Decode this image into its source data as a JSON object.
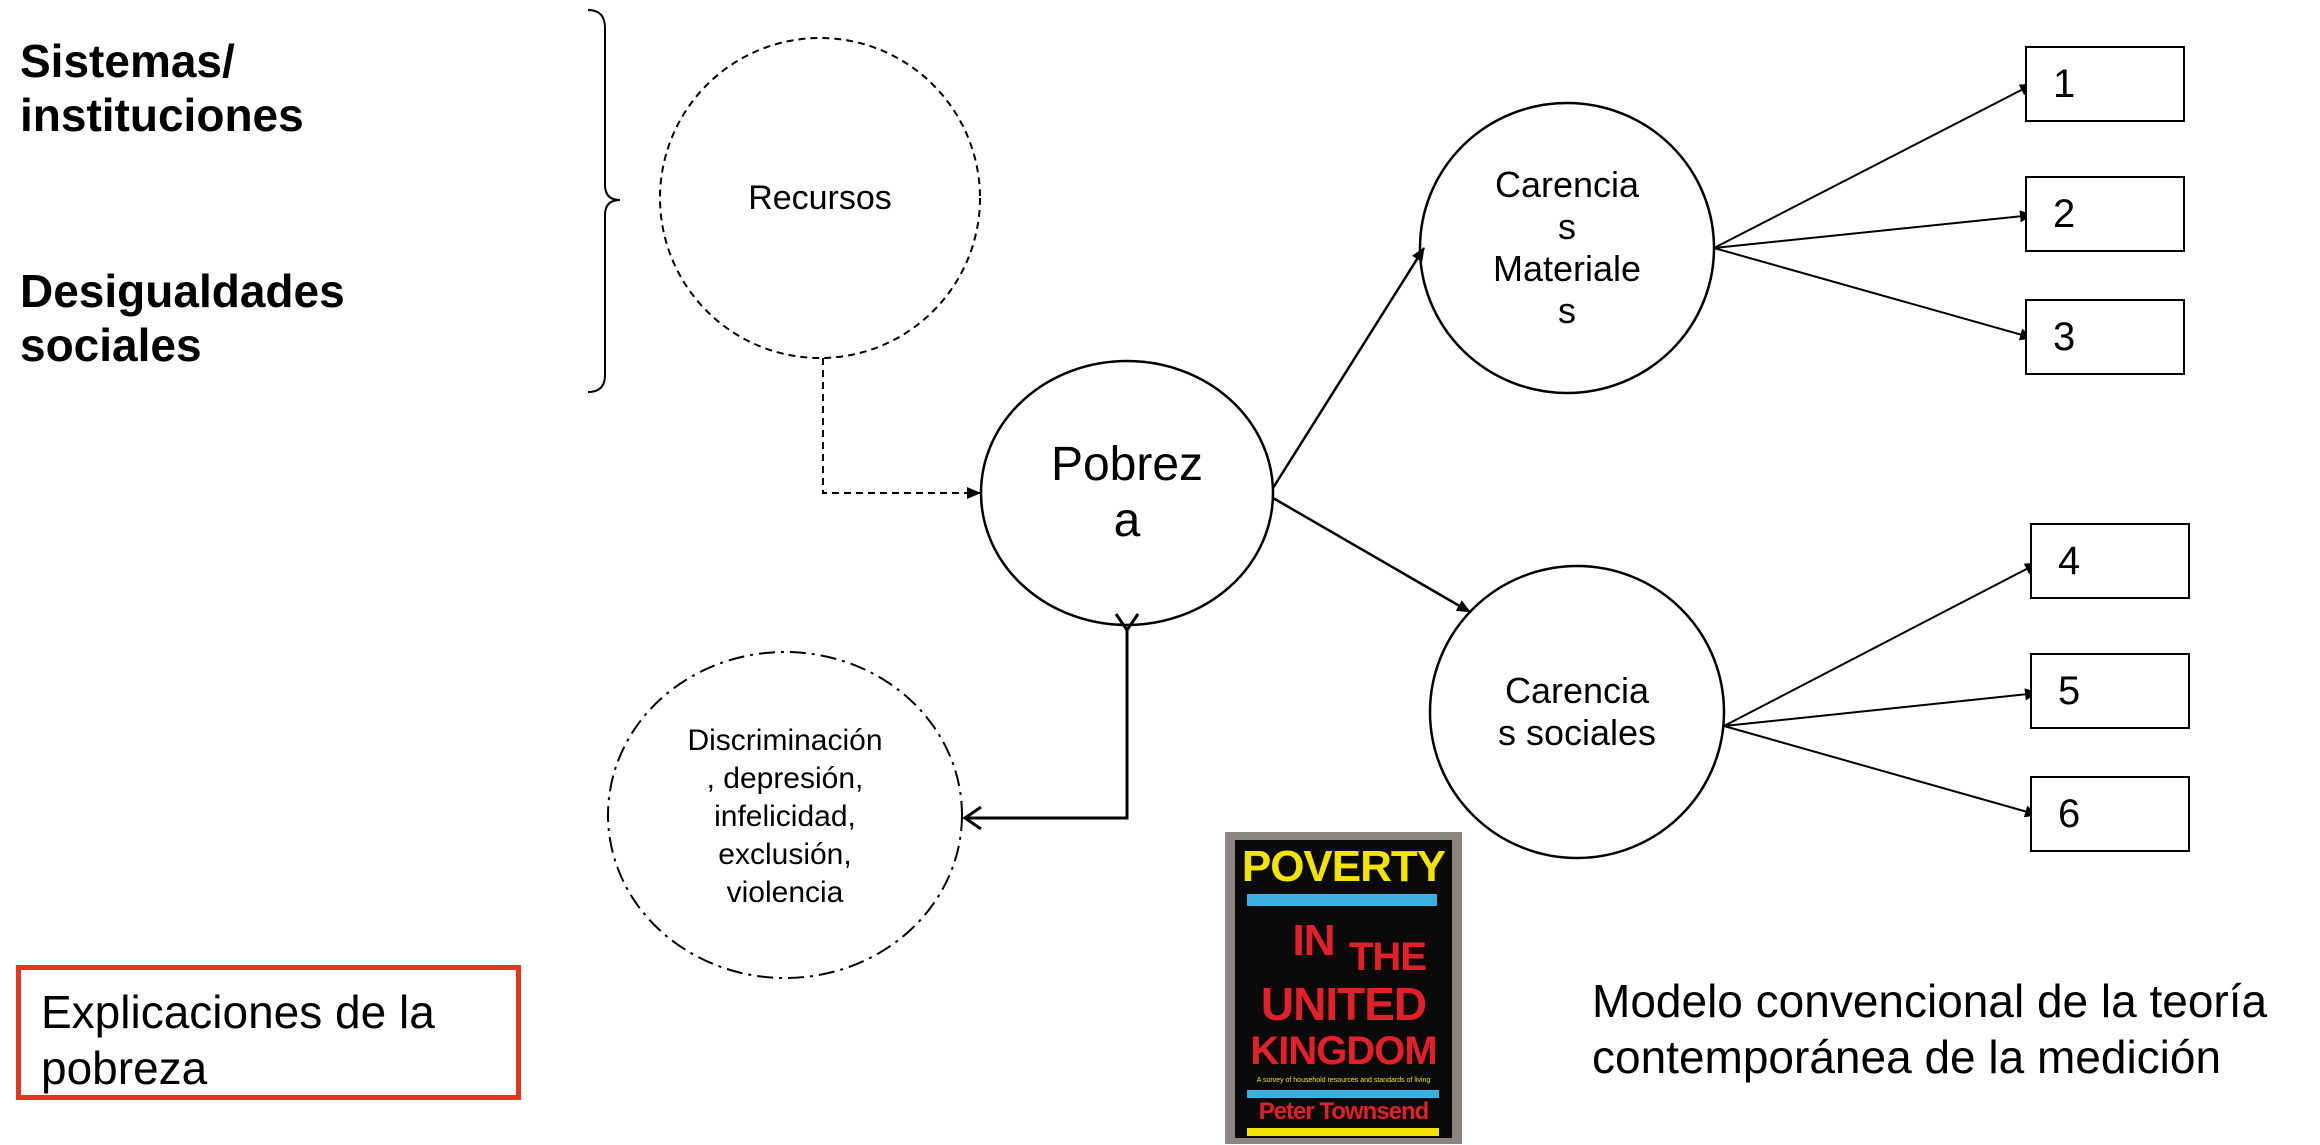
{
  "left_labels": {
    "sistemas": "Sistemas/\ninstituciones",
    "desigualdades": "Desigualdades\nsociales"
  },
  "nodes": {
    "recursos": "Recursos",
    "pobreza": "Pobrez\na",
    "discriminacion": "Discriminación\n, depresión,\ninfelicidad,\nexclusión,\nviolencia",
    "carencias_materiales": "Carencia\ns\nMateriale\ns",
    "carencias_sociales": "Carencia\ns sociales"
  },
  "boxes": [
    "1",
    "2",
    "3",
    "4",
    "5",
    "6"
  ],
  "explicaciones": "Explicaciones de la\npobreza",
  "caption": "Modelo convencional de la teoría\ncontemporánea de la medición",
  "book": {
    "title_1": "POVERTY",
    "title_2": "IN",
    "title_3": "THE",
    "title_4": "UNITED",
    "title_5": "KINGDOM",
    "subtitle": "A survey of household resources and standards of living",
    "author": "Peter Townsend",
    "colors": {
      "title": "#f3e300",
      "red": "#e3202a",
      "band": "#39b0df",
      "bottom": "#f3e300"
    }
  },
  "colors": {
    "explicaciones_border": "#e8341c"
  }
}
